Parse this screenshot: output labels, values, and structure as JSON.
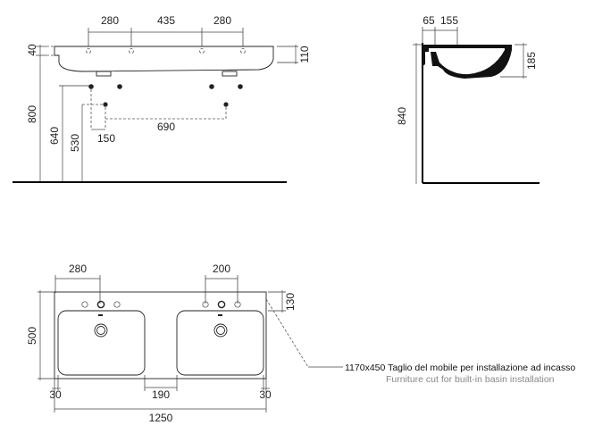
{
  "front_view": {
    "top_dims": [
      "280",
      "435",
      "280"
    ],
    "left_dims": [
      "40",
      "800",
      "640",
      "530"
    ],
    "right_dim": "110",
    "bottom_dims": [
      "150",
      "690"
    ]
  },
  "side_view": {
    "top_dims": [
      "65",
      "155"
    ],
    "right_dim": "185",
    "height_dim": "840"
  },
  "plan_view": {
    "top_dims": [
      "280",
      "200"
    ],
    "right_dim": "130",
    "left_dim": "500",
    "bottom_dims": [
      "30",
      "190",
      "30"
    ],
    "width_dim": "1250",
    "note_line1": "1170x450 Taglio del mobile per installazione ad incasso",
    "note_line2": "Furniture cut for built-in basin installation"
  }
}
